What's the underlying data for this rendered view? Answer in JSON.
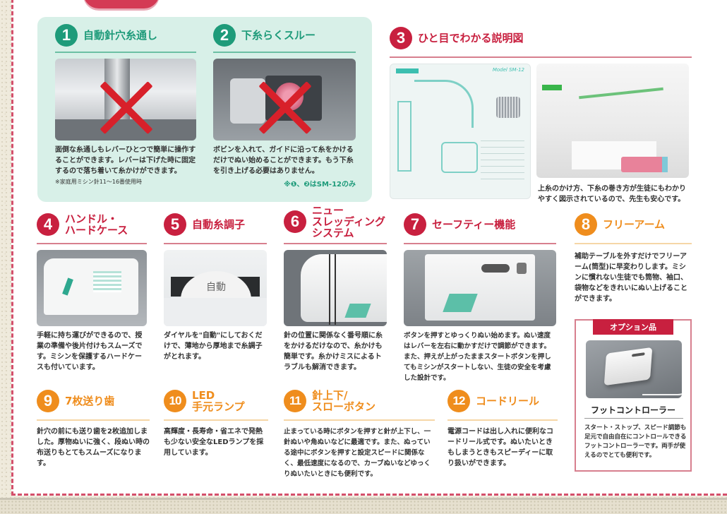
{
  "colors": {
    "green": "#1e9b7a",
    "red": "#c8203f",
    "orange": "#ef8d1d",
    "mint_panel": "#d8f0e8",
    "dashed_border": "#d4506c"
  },
  "features": [
    {
      "number": "1",
      "title": "自動針穴糸通し",
      "color": "green",
      "description": "面倒な糸通しもレバーひとつで簡単に操作することができます。レバーは下げた時に固定するので落ち着いて糸かけができます。",
      "note": "※家庭用ミシン針11〜16番使用時",
      "photo_crossed": true
    },
    {
      "number": "2",
      "title": "下糸らくスルー",
      "color": "green",
      "description": "ボビンを入れて、ガイドに沿って糸をかけるだけでぬい始めることができます。もう下糸を引き上げる必要はありません。",
      "note": "※❶、❷はSM-12のみ",
      "photo_crossed": true
    },
    {
      "number": "3",
      "title": "ひと目でわかる説明図",
      "color": "red",
      "description": "上糸のかけ方、下糸の巻き方が生徒にもわかりやすく図示されているので、先生も安心です。",
      "diagram_label": "Model SM-12"
    },
    {
      "number": "4",
      "title": "ハンドル・\nハードケース",
      "color": "red",
      "description": "手軽に持ち運びができるので、授業の準備や後片付けもスムーズです。ミシンを保護するハードケースも付いています。"
    },
    {
      "number": "5",
      "title": "自動糸調子",
      "color": "red",
      "description": "ダイヤルを\"自動\"にしておくだけで、薄地から厚地まで糸調子がとれます。",
      "dial_label": "自動"
    },
    {
      "number": "6",
      "title": "ニュー\nスレッディング\nシステム",
      "color": "red",
      "description": "針の位置に関係なく番号順に糸をかけるだけなので、糸かけも簡単です。糸かけミスによるトラブルも解消できます。"
    },
    {
      "number": "7",
      "title": "セーフティー機能",
      "color": "red",
      "description": "ボタンを押すとゆっくりぬい始めます。ぬい速度はレバーを左右に動かすだけで調節ができます。また、押えが上がったままスタートボタンを押してもミシンがスタートしない、生徒の安全を考慮した設計です。"
    },
    {
      "number": "8",
      "title": "フリーアーム",
      "color": "orange",
      "description": "補助テーブルを外すだけでフリーアーム(筒型)に早変わりします。ミシンに慣れない生徒でも筒物、袖口、袋物などをきれいにぬい上げることができます。"
    },
    {
      "number": "9",
      "title": "7枚送り歯",
      "color": "orange",
      "description": "針穴の前にも送り歯を2枚追加しました。厚物ぬいに強く、段ぬい時の布送りもとてもスムーズになります。"
    },
    {
      "number": "10",
      "title": "LED\n手元ランプ",
      "color": "orange",
      "description": "高輝度・長寿命・省エネで発熱も少ない安全なLEDランプを採用しています。"
    },
    {
      "number": "11",
      "title": "針上下/\nスローボタン",
      "color": "orange",
      "description": "止まっている時にボタンを押すと針が上下し、一針ぬいや角ぬいなどに最適です。また、ぬっている途中にボタンを押すと設定スピードに関係なく、最低速度になるので、カーブぬいなどゆっくりぬいたいときにも便利です。"
    },
    {
      "number": "12",
      "title": "コードリール",
      "color": "orange",
      "description": "電源コードは出し入れに便利なコードリール式です。ぬいたいときもしまうときもスピーディーに取り扱いができます。"
    }
  ],
  "option": {
    "label": "オプション品",
    "title": "フットコントローラー",
    "description": "スタート・ストップ、スピード調節も足元で自由自在にコントロールできるフットコントローラーです。両手が使えるのでとても便利です。"
  }
}
